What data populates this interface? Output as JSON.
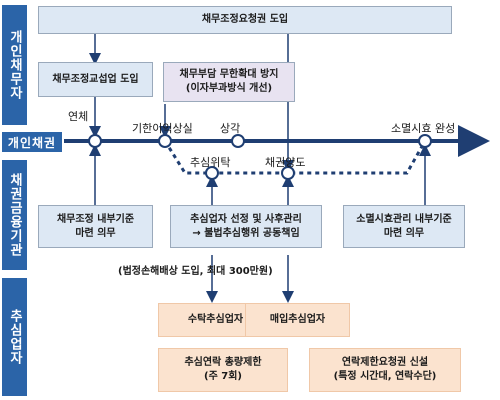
{
  "sections": {
    "individual_debtor": "개인채무자",
    "individual_debt": "개인채권",
    "financial_institution": "채권금융기관",
    "collection_agency": "추심업자"
  },
  "boxes": {
    "debt_adjustment_request": "채무조정요청권 도입",
    "debt_adjustment_negotiation": "채무조정교섭업 도입",
    "unlimited_burden_prevention": "채무부담 무한확대 방지\n(이자부과방식 개선)",
    "internal_standards_debt_adjustment": "채무조정 내부기준\n마련 의무",
    "agency_selection_management": "추심업자 선정 및 사후관리\n→ 불법추심행위 공동책임",
    "internal_standards_extinctive_prescription": "소멸시효관리 내부기준\n마련 의무",
    "consigned_collector": "수탁추심업자",
    "purchased_collector": "매입추심업자",
    "collection_contact_limit": "추심연락 총량제한\n(주 7회)",
    "contact_restriction_request": "연락제한요청권 신설\n(특정 시간대, 연락수단)"
  },
  "timeline": {
    "delinquency": "연체",
    "loss_of_benefit_of_term": "기한이익상실",
    "repayment": "상각",
    "extinctive_prescription_completed": "소멸시효 완성",
    "collection_consignment": "추심위탁",
    "debt_transfer": "채권양도"
  },
  "note": "(법정손해배상 도입, 최대 300만원)",
  "colors": {
    "section_blue": "#2b64a8",
    "box_blue": "#dde8f4",
    "box_lavender": "#e8e3f1",
    "box_peach": "#fbe3cf",
    "arrow": "#1f3e72"
  }
}
